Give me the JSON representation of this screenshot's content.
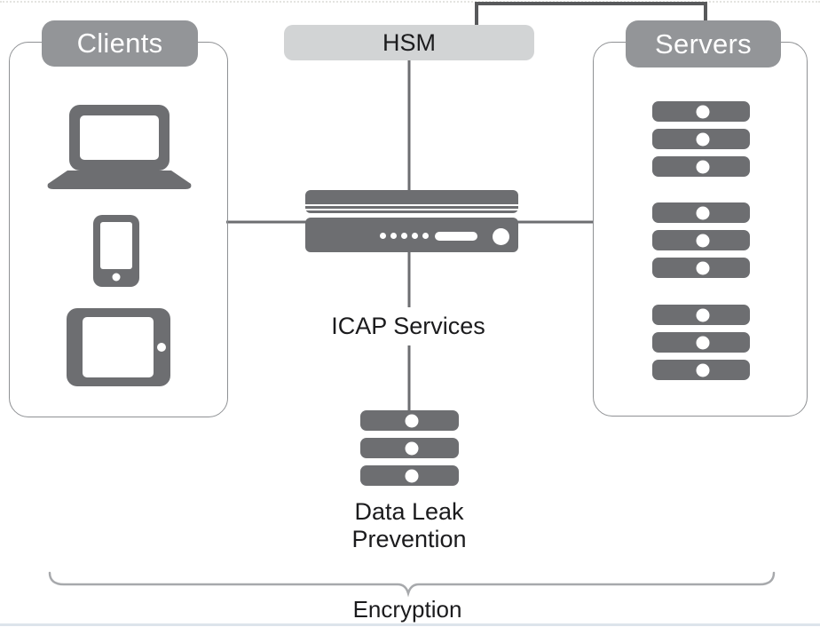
{
  "page": {
    "background": "#ffffff",
    "top_border_color": "#e4e4e0",
    "bottom_line_color": "#dde4eb"
  },
  "palette": {
    "icon_gray": "#6d6e71",
    "label_pill_gray": "#939598",
    "hsm_fill_gray": "#d2d4d5",
    "bracket_line": "#58595b",
    "connector_line": "#6d6e71",
    "brace_gray": "#a7a9ac",
    "text_dark": "#1b1b1d",
    "box_border": "#8f9194",
    "white": "#ffffff"
  },
  "clients": {
    "label": "Clients",
    "icons": [
      "laptop-icon",
      "smartphone-icon",
      "tablet-icon"
    ]
  },
  "servers": {
    "label": "Servers",
    "groups": [
      {
        "server_count": 3
      },
      {
        "server_count": 3
      },
      {
        "server_count": 3
      }
    ]
  },
  "hsm": {
    "label": "HSM"
  },
  "appliance": {
    "name": "proxy-appliance",
    "led_count": 5
  },
  "icap": {
    "label": "ICAP Services"
  },
  "dlp": {
    "label_line1": "Data Leak",
    "label_line2": "Prevention",
    "server_count": 3
  },
  "encryption": {
    "label": "Encryption"
  }
}
